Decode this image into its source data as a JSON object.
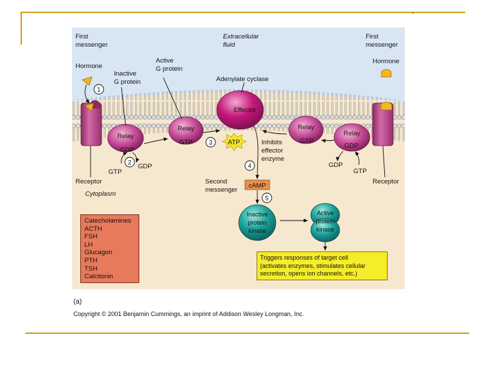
{
  "slide": {
    "corner_mark": "-",
    "colors": {
      "rule": "#d4a017",
      "panel": "#f6e8cf",
      "extracellular": "#d8e6f4",
      "membrane_head": "#d8d8d8",
      "effector": "#c2187a",
      "kinase": "#1aa39a",
      "camp_box": "#e8904c",
      "hormone_list_bg": "#e8795a",
      "triggers_bg": "#f5ec2a"
    }
  },
  "figure": {
    "left_first_messenger": [
      "First",
      "messenger"
    ],
    "right_first_messenger": [
      "First",
      "messenger"
    ],
    "extracellular_fluid": [
      "Extracellular",
      "fluid"
    ],
    "left_hormone": "Hormone",
    "right_hormone": "Hormone",
    "inactive_g_protein": [
      "Inactive",
      "G protein"
    ],
    "active_g_protein": [
      "Active",
      "G protein"
    ],
    "adenylate_cyclase": "Adenylate cyclase",
    "effector": "Effector",
    "relay": "Relay",
    "gdp": "GDP",
    "gtp": "GTP",
    "atp": "ATP",
    "inhibits_effector_enzyme": [
      "Inhibits",
      "effector",
      "enzyme"
    ],
    "receptor_left": "Receptor",
    "receptor_right": "Receptor",
    "cytoplasm": "Cytoplasm",
    "second_messenger": [
      "Second",
      "messenger"
    ],
    "camp": "cAMP",
    "inactive_protein_kinase": [
      "Inactive",
      "protein",
      "kinase"
    ],
    "active_protein_kinase": [
      "Active",
      "protein",
      "kinase"
    ],
    "steps": [
      "1",
      "2",
      "3",
      "4",
      "5"
    ],
    "hormones": [
      "Catecholamines",
      "ACTH",
      "FSH",
      "LH",
      "Glucagon",
      "PTH",
      "TSH",
      "Calcitonin"
    ],
    "triggers": [
      "Triggers responses of target cell",
      "(activates enzymes, stimulates cellular",
      "secretion, opens ion channels, etc.)"
    ],
    "panel_label": "(a)",
    "copyright": "Copyright © 2001 Benjamin Cummings, an imprint of Addison Wesley Longman, Inc."
  }
}
